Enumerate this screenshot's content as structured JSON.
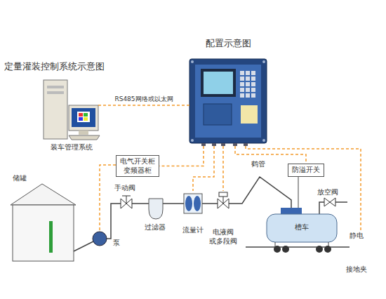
{
  "diagram": {
    "title": "定量灌装控制系统示意图",
    "nodes": [
      {
        "text": [
          "配置示意图"
        ]
      },
      {
        "text": [
          "装车管理系统"
        ]
      },
      {
        "text": [
          "电气开关柜 变频器柜"
        ]
      },
      {
        "text": [
          "流量计"
        ]
      },
      {
        "text": [
          "电液阀 或多段阀"
        ]
      },
      {
        "text": [
          "防溢开关"
        ]
      },
      {
        "text": [
          "静电",
          "接地夹"
        ]
      }
    ],
    "edges": [
      {
        "from": 1,
        "to": 0,
        "label": "RS485网络或以太网",
        "arrow": "none"
      },
      {
        "from": 0,
        "to": 2,
        "arrow": "none"
      },
      {
        "from": 0,
        "to": 3,
        "arrow": "none"
      },
      {
        "from": 0,
        "to": 4,
        "arrow": "none"
      },
      {
        "from": 0,
        "to": 5,
        "arrow": "none"
      },
      {
        "from": 0,
        "to": 6,
        "arrow": "none"
      }
    ],
    "labels": [
      "储罐",
      "泵",
      "手动阀",
      "过滤器",
      "鹤管",
      "槽车",
      "放空阀"
    ]
  }
}
